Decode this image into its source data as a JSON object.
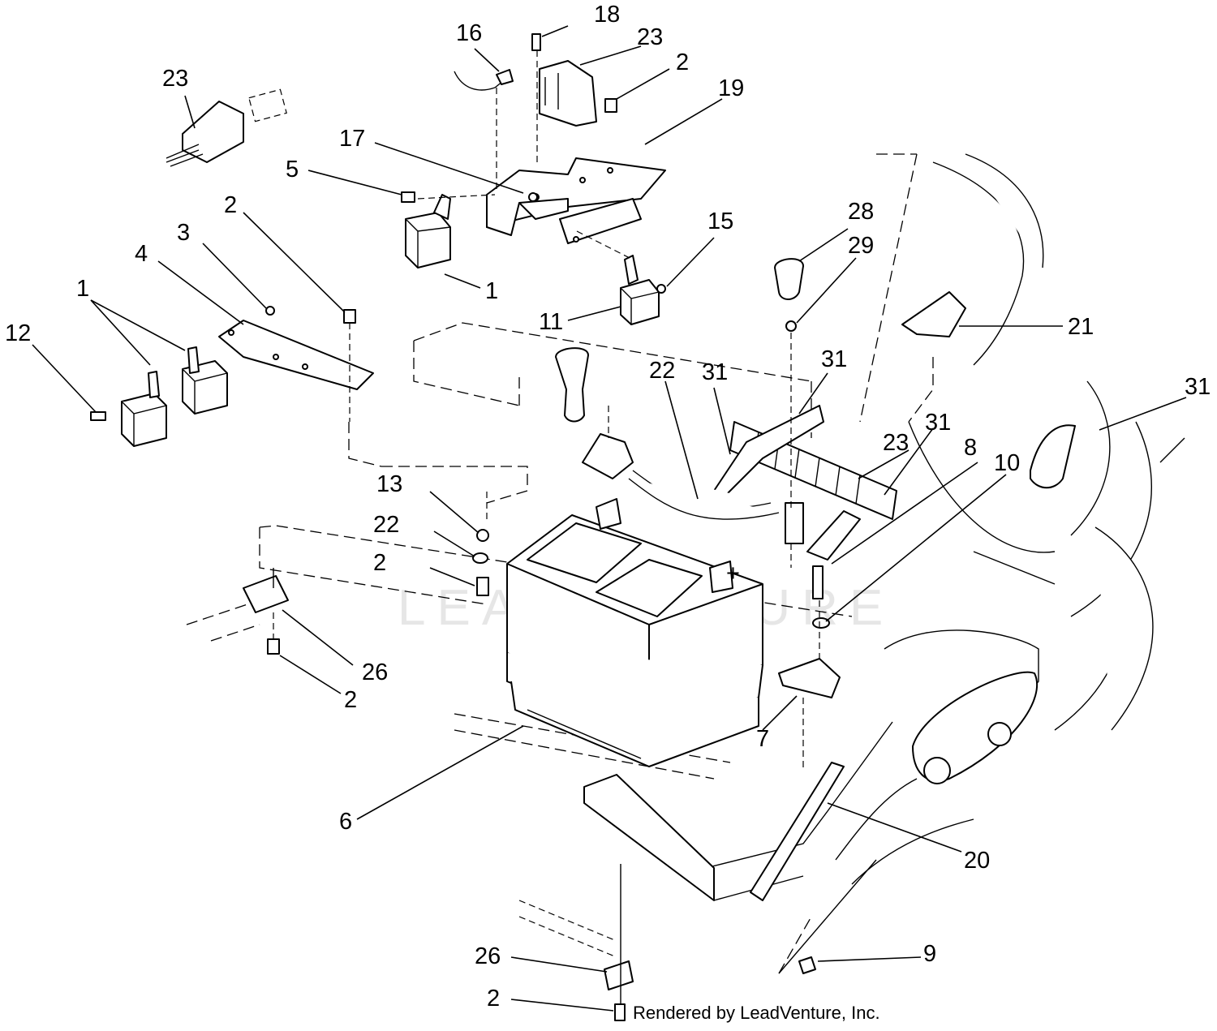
{
  "watermark": "LEADVENTURE",
  "credit": "Rendered by LeadVenture, Inc.",
  "terminal_sign": "+",
  "callouts": [
    {
      "label": "18"
    },
    {
      "label": "16"
    },
    {
      "label": "23"
    },
    {
      "label": "2"
    },
    {
      "label": "19"
    },
    {
      "label": "23"
    },
    {
      "label": "17"
    },
    {
      "label": "5"
    },
    {
      "label": "2"
    },
    {
      "label": "3"
    },
    {
      "label": "4"
    },
    {
      "label": "1"
    },
    {
      "label": "12"
    },
    {
      "label": "1"
    },
    {
      "label": "15"
    },
    {
      "label": "11"
    },
    {
      "label": "28"
    },
    {
      "label": "29"
    },
    {
      "label": "21"
    },
    {
      "label": "31"
    },
    {
      "label": "22"
    },
    {
      "label": "31"
    },
    {
      "label": "31"
    },
    {
      "label": "23"
    },
    {
      "label": "31"
    },
    {
      "label": "8"
    },
    {
      "label": "10"
    },
    {
      "label": "13"
    },
    {
      "label": "22"
    },
    {
      "label": "2"
    },
    {
      "label": "26"
    },
    {
      "label": "2"
    },
    {
      "label": "7"
    },
    {
      "label": "6"
    },
    {
      "label": "20"
    },
    {
      "label": "9"
    },
    {
      "label": "26"
    },
    {
      "label": "2"
    }
  ]
}
